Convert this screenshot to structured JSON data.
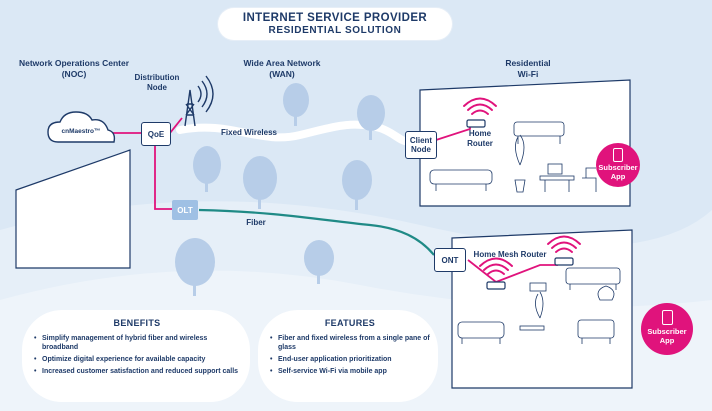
{
  "title": {
    "line1": "INTERNET SERVICE PROVIDER",
    "line2": "RESIDENTIAL SOLUTION"
  },
  "sections": {
    "noc": {
      "line1": "Network Operations Center",
      "line2": "(NOC)"
    },
    "wan": {
      "line1": "Wide Area Network",
      "line2": "(WAN)"
    },
    "wifi": {
      "line1": "Residential",
      "line2": "Wi-Fi"
    }
  },
  "nodes": {
    "cloud": "cnMaestro™",
    "qoe": "QoE",
    "distribution_line1": "Distribution",
    "distribution_line2": "Node",
    "olt": "OLT",
    "client_line1": "Client",
    "client_line2": "Node",
    "ont": "ONT",
    "home_router_line1": "Home",
    "home_router_line2": "Router",
    "home_mesh_router": "Home Mesh Router"
  },
  "links": {
    "fixed_wireless": "Fixed Wireless",
    "fiber": "Fiber"
  },
  "apps": [
    {
      "line1": "Subscriber",
      "line2": "App"
    },
    {
      "line1": "Subscriber",
      "line2": "App"
    }
  ],
  "benefits": {
    "title": "BENEFITS",
    "items": [
      "Simplify management of hybrid fiber and wireless broadband",
      "Optimize digital experience for available capacity",
      "Increased customer satisfaction and reduced support calls"
    ]
  },
  "features": {
    "title": "FEATURES",
    "items": [
      "Fiber and fixed wireless from a single pane of glass",
      "End-user application prioritization",
      "Self-service Wi-Fi via mobile app"
    ]
  },
  "colors": {
    "navy": "#1e3a68",
    "magenta": "#e0137c",
    "teal": "#1f8a86",
    "sky": "#dbe8f5",
    "tree": "#b7cde8"
  },
  "icons": [
    "cloud-icon",
    "tower-icon",
    "router-icon",
    "phone-icon",
    "tree-icon",
    "wifi-icon"
  ]
}
